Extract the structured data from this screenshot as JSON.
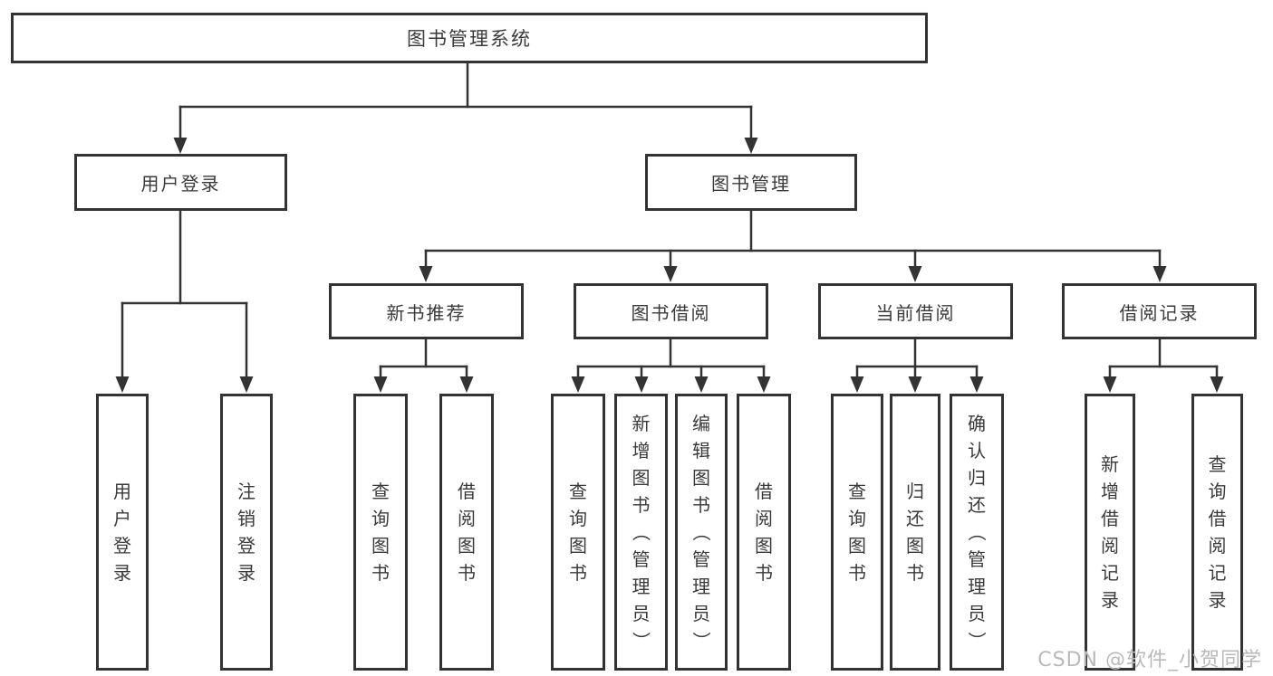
{
  "diagram": {
    "root": {
      "label": "图书管理系统"
    },
    "level2": [
      {
        "label": "用户登录"
      },
      {
        "label": "图书管理"
      }
    ],
    "level3": [
      {
        "label": "新书推荐"
      },
      {
        "label": "图书借阅"
      },
      {
        "label": "当前借阅"
      },
      {
        "label": "借阅记录"
      }
    ],
    "leaves": {
      "user_login": [
        "用户登录",
        "注销登录"
      ],
      "new_book": [
        "查询图书",
        "借阅图书"
      ],
      "book_borrow": [
        "查询图书",
        "新增图书（管理员）",
        "编辑图书（管理员）",
        "借阅图书"
      ],
      "current_borrow": [
        "查询图书",
        "归还图书",
        "确认归还（管理员）"
      ],
      "borrow_records": [
        "新增借阅记录",
        "查询借阅记录"
      ]
    },
    "colors": {
      "line": "#333333",
      "text": "#3a3a3a",
      "background": "#ffffff"
    }
  },
  "watermark": {
    "text": "CSDN @软件_小贺同学",
    "color": "#b9b9b9"
  }
}
